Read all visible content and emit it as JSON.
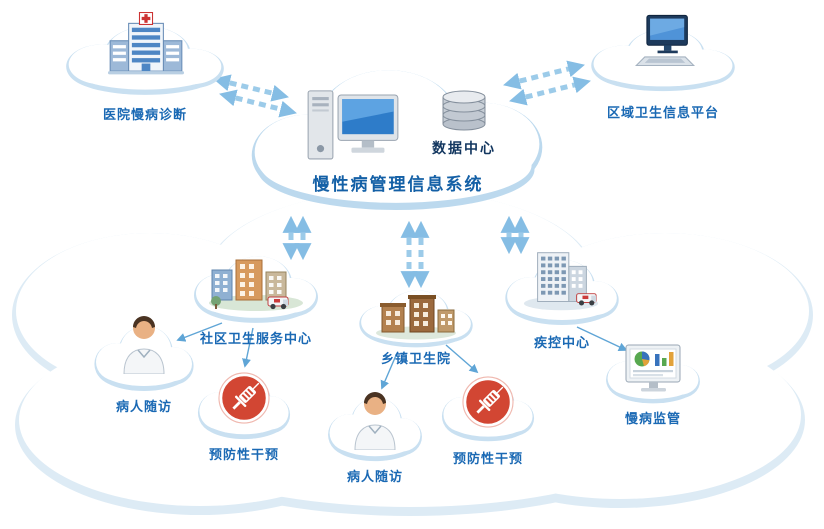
{
  "diagram": {
    "system": {
      "title": "慢性病管理信息系统",
      "datacenter_label": "数据中心"
    },
    "nodes": {
      "hospital": "医院慢病诊断",
      "regional_platform": "区域卫生信息平台",
      "community_center": "社区卫生服务中心",
      "township_clinic": "乡镇卫生院",
      "cdc": "疾控中心",
      "patient_followup_left": "病人随访",
      "preventive_intervention_left": "预防性干预",
      "patient_followup_middle": "病人随访",
      "preventive_intervention_middle": "预防性干预",
      "chronic_supervision": "慢病监管"
    }
  },
  "colors": {
    "label_text": "#1a69b4",
    "system_title_text": "#1460a6",
    "datacenter_text": "#12365f",
    "arrow_dashed": "#9ccbe9",
    "arrow_solid": "#5fa5d6",
    "cloud_shade": "#c9e0f1",
    "syringe_badge": "#d24633"
  }
}
